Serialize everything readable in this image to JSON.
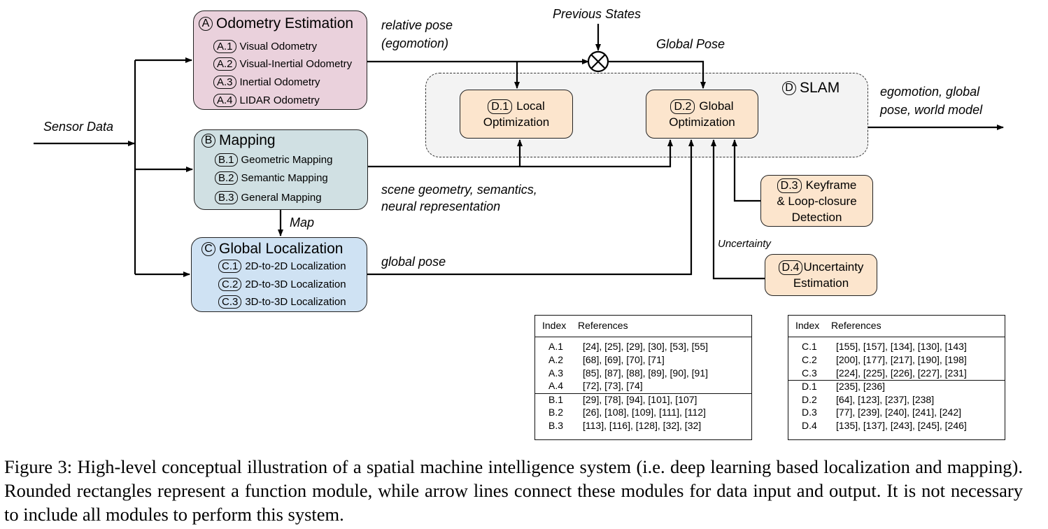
{
  "labels": {
    "sensor_data": "Sensor Data",
    "relative_pose": [
      "relative pose",
      "(egomotion)"
    ],
    "previous_states": "Previous States",
    "global_pose_top": "Global Pose",
    "output": [
      "egomotion, global",
      "pose, world model"
    ],
    "scene": [
      "scene geometry, semantics,",
      "neural representation"
    ],
    "map": "Map",
    "uncertainty": "Uncertainty",
    "global_pose_bottom": "global pose"
  },
  "modules": {
    "a": {
      "letter": "A",
      "title": "Odometry Estimation",
      "items": [
        {
          "tag": "A.1",
          "label": "Visual Odometry"
        },
        {
          "tag": "A.2",
          "label": "Visual-Inertial Odometry"
        },
        {
          "tag": "A.3",
          "label": "Inertial Odometry"
        },
        {
          "tag": "A.4",
          "label": "LIDAR Odometry"
        }
      ]
    },
    "b": {
      "letter": "B",
      "title": "Mapping",
      "items": [
        {
          "tag": "B.1",
          "label": "Geometric Mapping"
        },
        {
          "tag": "B.2",
          "label": "Semantic Mapping"
        },
        {
          "tag": "B.3",
          "label": "General Mapping"
        }
      ]
    },
    "c": {
      "letter": "C",
      "title": "Global Localization",
      "items": [
        {
          "tag": "C.1",
          "label": "2D-to-2D Localization"
        },
        {
          "tag": "C.2",
          "label": "2D-to-3D Localization"
        },
        {
          "tag": "C.3",
          "label": "3D-to-3D Localization"
        }
      ]
    },
    "d": {
      "letter": "D",
      "title": "SLAM",
      "d1": {
        "tag": "D.1",
        "line1": "Local",
        "line2": "Optimization"
      },
      "d2": {
        "tag": "D.2",
        "line1": "Global",
        "line2": "Optimization"
      },
      "d3": {
        "tag": "D.3",
        "line1": "Keyframe",
        "line2": "& Loop-closure",
        "line3": "Detection"
      },
      "d4": {
        "tag": "D.4",
        "line1": "Uncertainty",
        "line2": "Estimation"
      }
    }
  },
  "tables": [
    {
      "headers": [
        "Index",
        "References"
      ],
      "rows": [
        {
          "index": "A.1",
          "refs": "[24], [25], [29], [30], [53], [55]"
        },
        {
          "index": "A.2",
          "refs": "[68], [69], [70], [71]"
        },
        {
          "index": "A.3",
          "refs": "[85], [87], [88], [89], [90], [91]"
        },
        {
          "index": "A.4",
          "refs": "[72], [73], [74]"
        },
        {
          "index": "B.1",
          "refs": "[29], [78], [94], [101], [107]"
        },
        {
          "index": "B.2",
          "refs": "[26], [108], [109], [111], [112]"
        },
        {
          "index": "B.3",
          "refs": "[113], [116], [128], [32], [32]"
        }
      ]
    },
    {
      "headers": [
        "Index",
        "References"
      ],
      "rows": [
        {
          "index": "C.1",
          "refs": "[155], [157], [134], [130], [143]"
        },
        {
          "index": "C.2",
          "refs": "[200], [177], [217], [190], [198]"
        },
        {
          "index": "C.3",
          "refs": "[224], [225], [226], [227], [231]"
        },
        {
          "index": "D.1",
          "refs": "[235], [236]"
        },
        {
          "index": "D.2",
          "refs": "[64], [123], [237], [238]"
        },
        {
          "index": "D.3",
          "refs": "[77], [239], [240], [241], [242]"
        },
        {
          "index": "D.4",
          "refs": "[135], [137], [243], [245], [246]"
        }
      ]
    }
  ],
  "caption": "Figure 3: High-level conceptual illustration of a spatial machine intelligence system (i.e. deep learning based localization and mapping). Rounded rectangles represent a function module, while arrow lines connect these modules for data input and output. It is not necessary to include all modules to perform this system."
}
